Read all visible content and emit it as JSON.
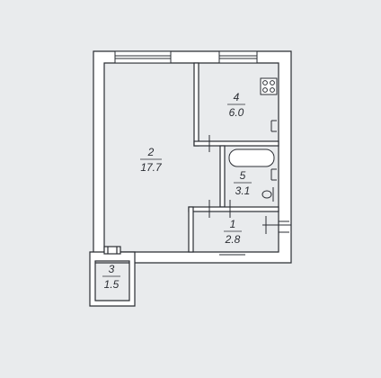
{
  "rooms": [
    {
      "number": "1",
      "area": "2.8"
    },
    {
      "number": "2",
      "area": "17.7"
    },
    {
      "number": "3",
      "area": "1.5"
    },
    {
      "number": "4",
      "area": "6.0"
    },
    {
      "number": "5",
      "area": "3.1"
    }
  ],
  "colors": {
    "paper": "#e9ebed",
    "wall_fill": "#ffffff",
    "line": "#2a2d33"
  }
}
